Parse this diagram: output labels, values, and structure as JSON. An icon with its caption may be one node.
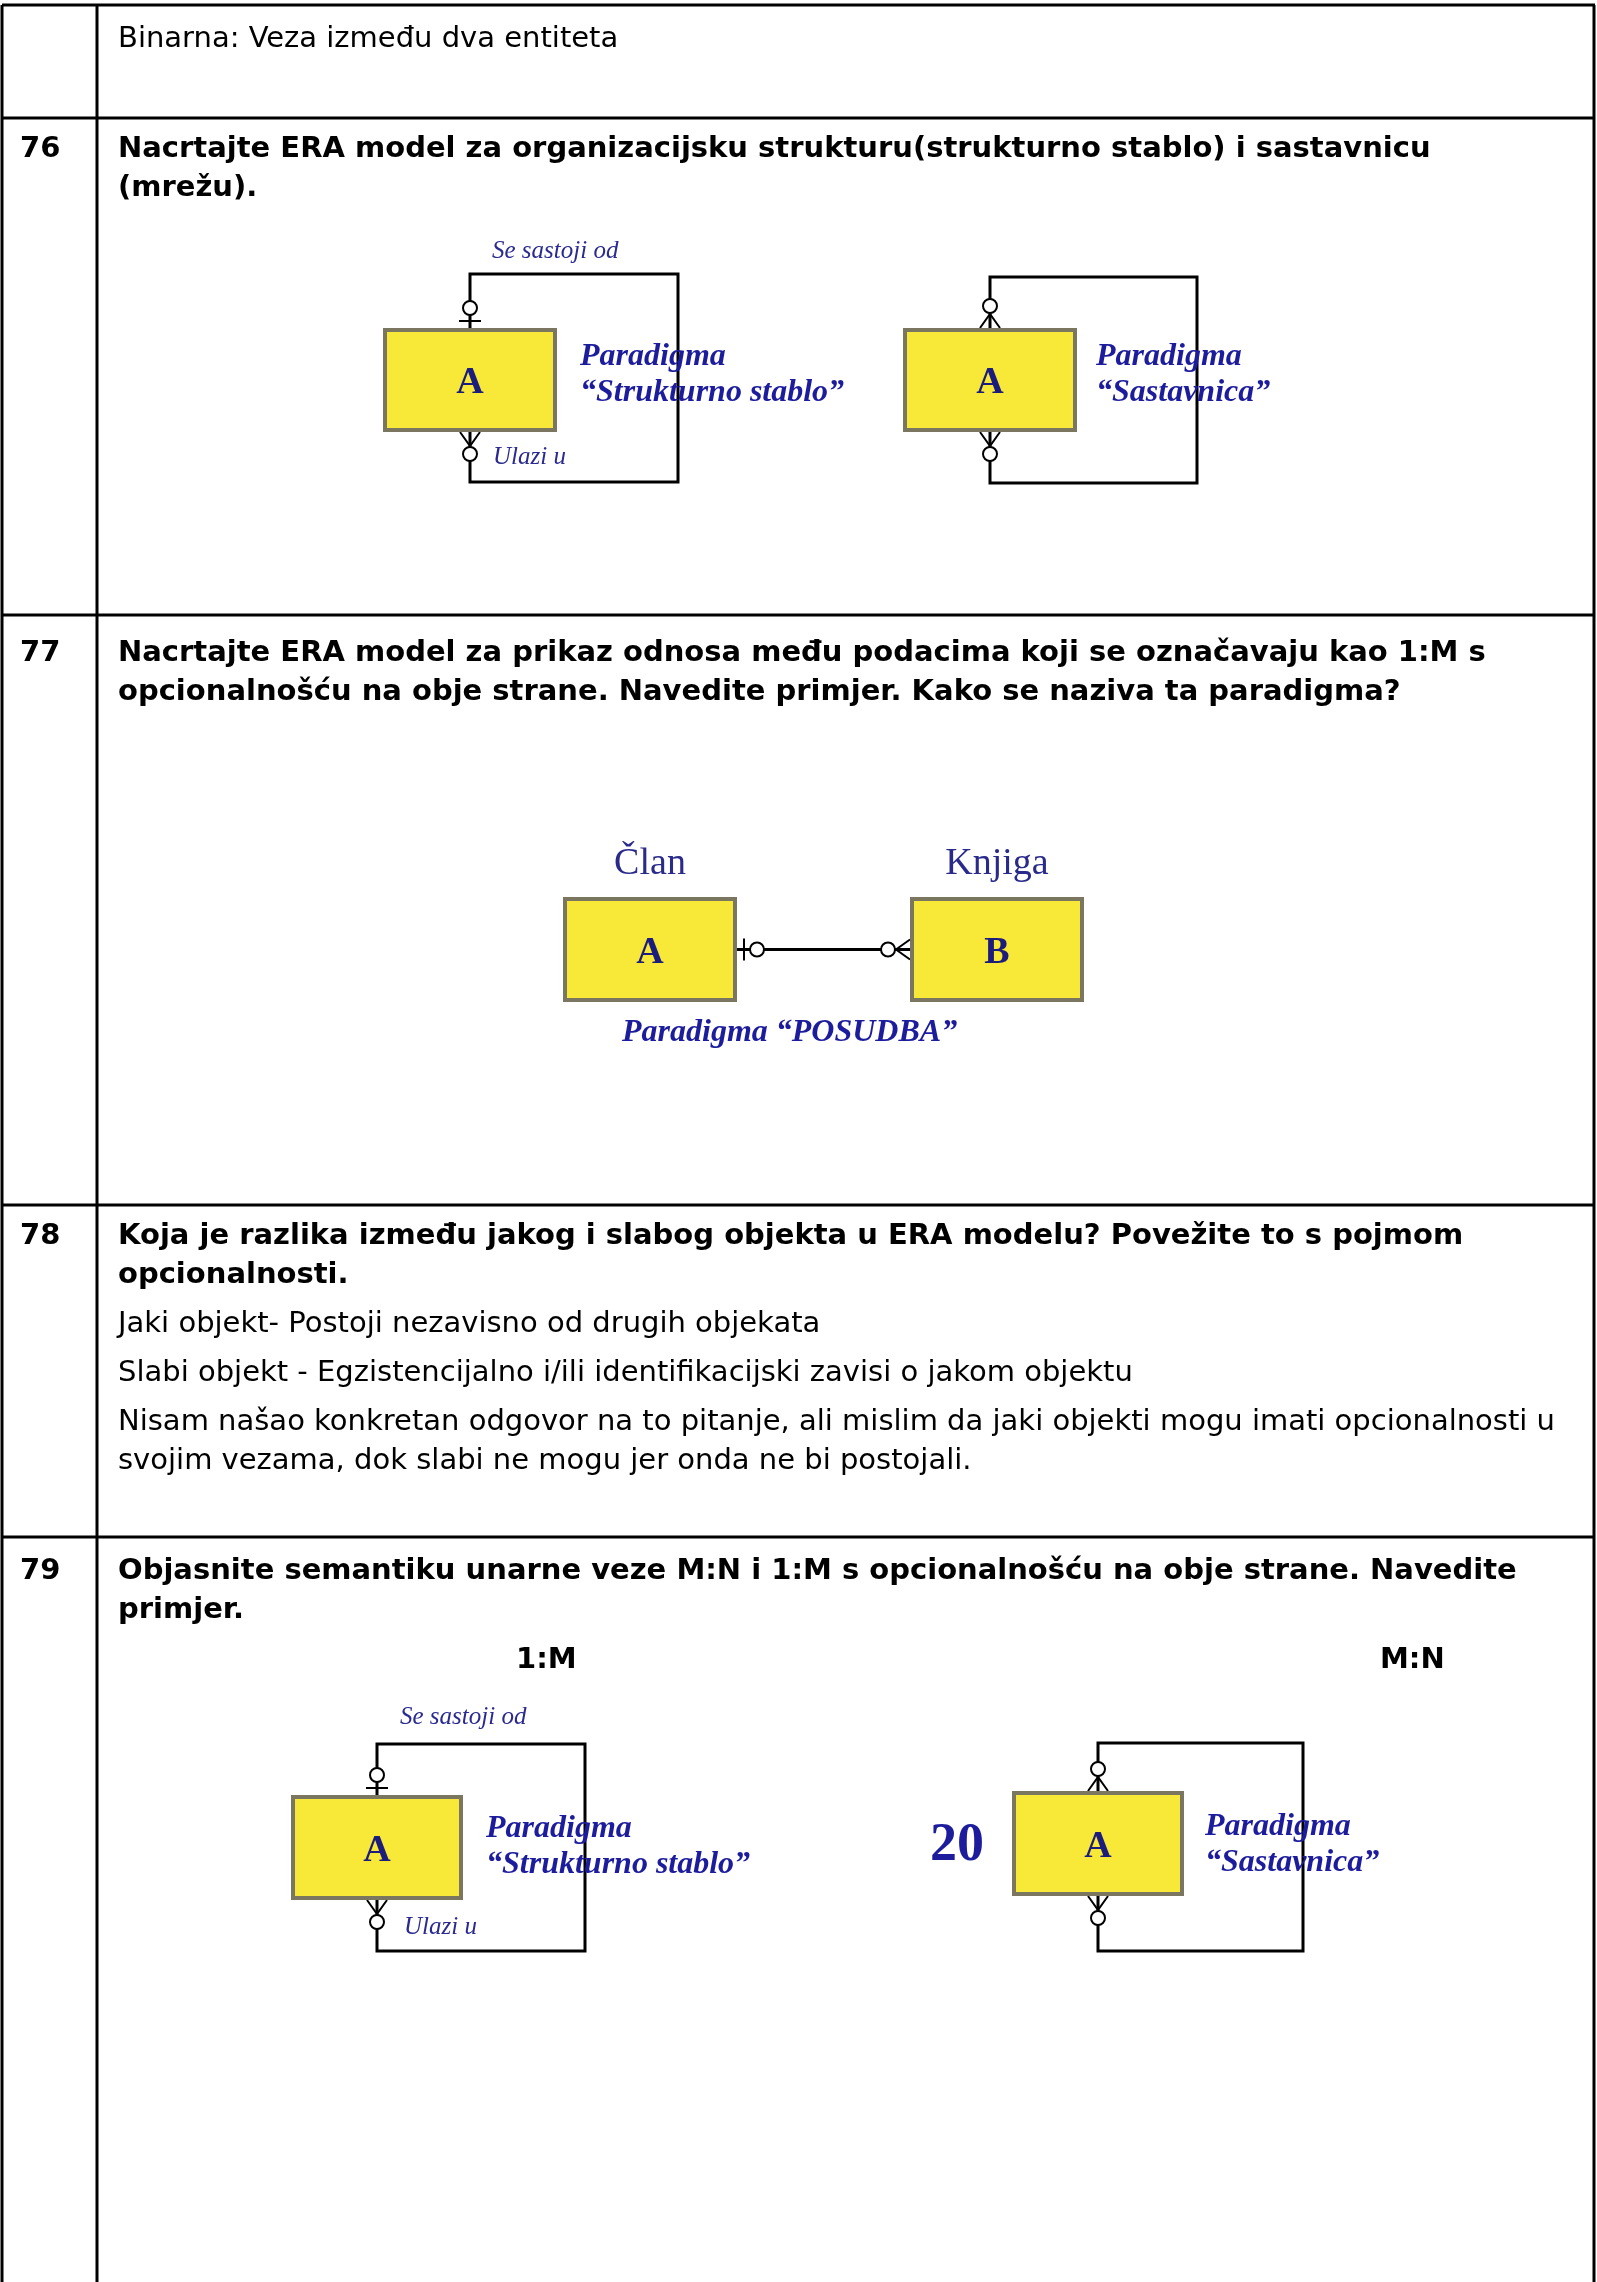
{
  "diagram": {
    "nodes": [
      {
        "text": [
          "A"
        ],
        "beside": [
          "Paradigma “Strukturno stablo”"
        ]
      },
      {
        "text": [
          "A"
        ],
        "beside": [
          "Paradigma “Sastavnica”"
        ]
      },
      {
        "text": [
          "Član",
          "A"
        ]
      },
      {
        "text": [
          "Knjiga",
          "B"
        ]
      },
      {
        "text": [
          "A"
        ],
        "beside": [
          "Paradigma “Strukturno stablo”"
        ]
      },
      {
        "text": [
          "A"
        ],
        "beside": [
          "Paradigma “Sastavnica”"
        ]
      }
    ],
    "edges": [
      {
        "from": 0,
        "to": 0,
        "arrow": "other"
      },
      {
        "from": 1,
        "to": 1,
        "arrow": "other"
      },
      {
        "from": 2,
        "to": 3,
        "arrow": "other"
      },
      {
        "from": 4,
        "to": 4,
        "arrow": "other"
      },
      {
        "from": 5,
        "to": 5,
        "arrow": "other"
      }
    ],
    "labels": [
      "Binarna: Veza između dva entiteta",
      "76",
      "Nacrtajte ERA model za organizacijsku strukturu(strukturno stablo) i sastavnicu (mrežu).",
      "Se sastoji od",
      "Ulazi u",
      "77",
      "Nacrtajte ERA model za prikaz odnosa među podacima koji se označavaju kao 1:M s opcionalnošću na obje strane. Navedite primjer. Kako se naziva ta paradigma?",
      "Paradigma “POSUDBA”",
      "78",
      "Koja je razlika između jakog i slabog objekta u ERA modelu? Povežite to s pojmom opcionalnosti.",
      "Jaki objekt- Postoji nezavisno od drugih objekata",
      "Slabi objekt - Egzistencijalno i/ili identifikacijski zavisi o jakom objektu",
      "Nisam našao konkretan odgovor na to pitanje, ali mislim da jaki objekti mogu imati opcionalnosti u svojim vezama, dok slabi ne mogu jer onda ne bi postojali.",
      "79",
      "Objasnite semantiku unarne veze M:N i 1:M s opcionalnošću na obje strane. Navedite primjer.",
      "1:M",
      "M:N",
      "Se sastoji od",
      "Ulazi u",
      "20"
    ]
  }
}
